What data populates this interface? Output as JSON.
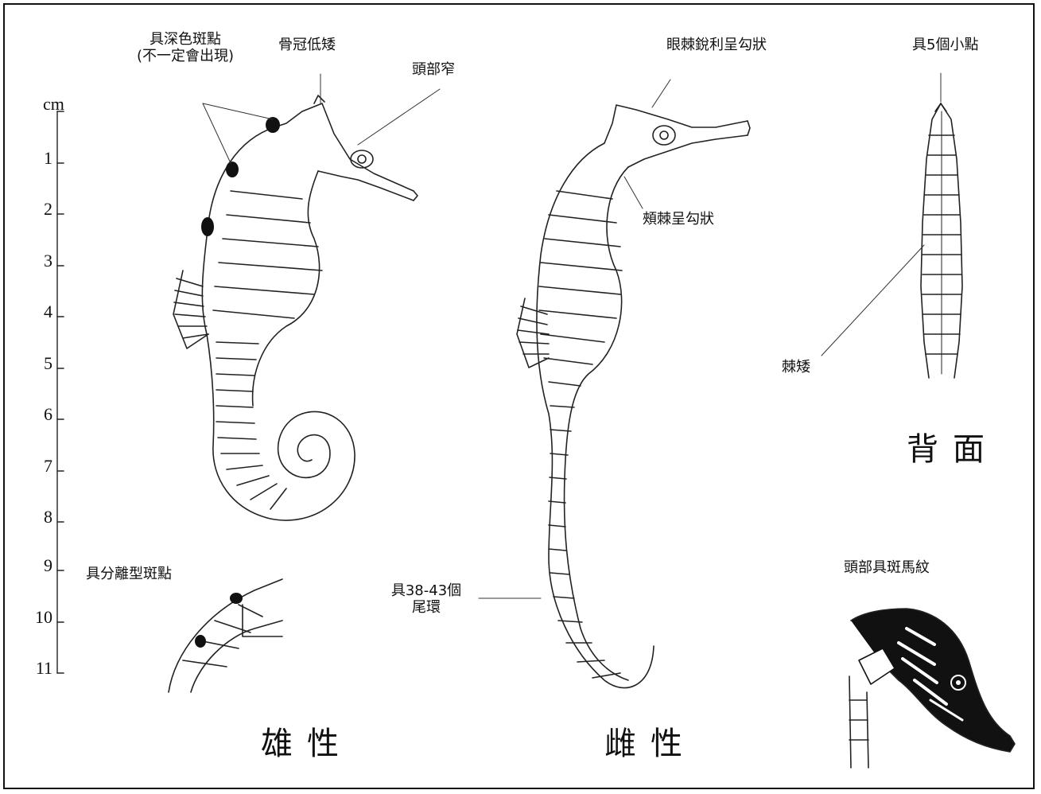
{
  "scale": {
    "unit": "cm",
    "ticks": [
      "1",
      "2",
      "3",
      "4",
      "5",
      "6",
      "7",
      "8",
      "9",
      "10",
      "11"
    ]
  },
  "labels": {
    "dark_spots": "具深色斑點",
    "dark_spots_note": "(不一定會出現)",
    "low_crest": "骨冠低矮",
    "narrow_head": "頭部窄",
    "eye_spine": "眼棘銳利呈勾狀",
    "cheek_spine": "頰棘呈勾狀",
    "five_dots": "具5個小點",
    "short_spines": "棘矮",
    "separated_spots": "具分離型斑點",
    "tail_rings_1": "具38-43個",
    "tail_rings_2": "尾環",
    "zebra_head": "頭部具斑馬紋"
  },
  "titles": {
    "male": "雄性",
    "female": "雌性",
    "dorsal": "背面"
  }
}
